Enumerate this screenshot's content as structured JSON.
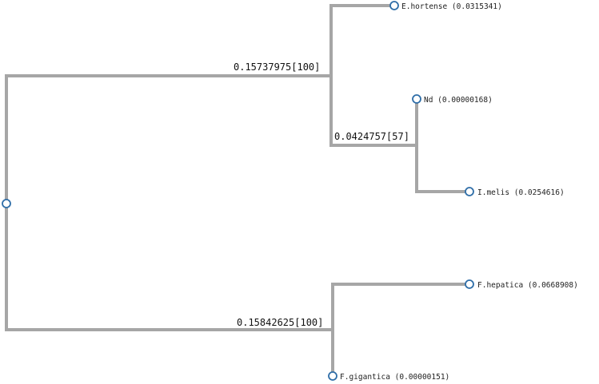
{
  "tree": {
    "colors": {
      "branch": "#a6a6a6",
      "node_stroke": "#2f6ea8",
      "node_fill": "#ffffff",
      "text": "#222222"
    },
    "internal_labels": {
      "upper_clade": "0.15737975[100]",
      "inner_clade": "0.0424757[57]",
      "lower_clade": "0.15842625[100]"
    },
    "leaves": {
      "e_hortense": "E.hortense (0.0315341)",
      "nd": "Nd (0.00000168)",
      "i_melis": "I.melis (0.0254616)",
      "f_hepatica": "F.hepatica (0.0668908)",
      "f_gigantica": "F.gigantica (0.00000151)"
    }
  }
}
